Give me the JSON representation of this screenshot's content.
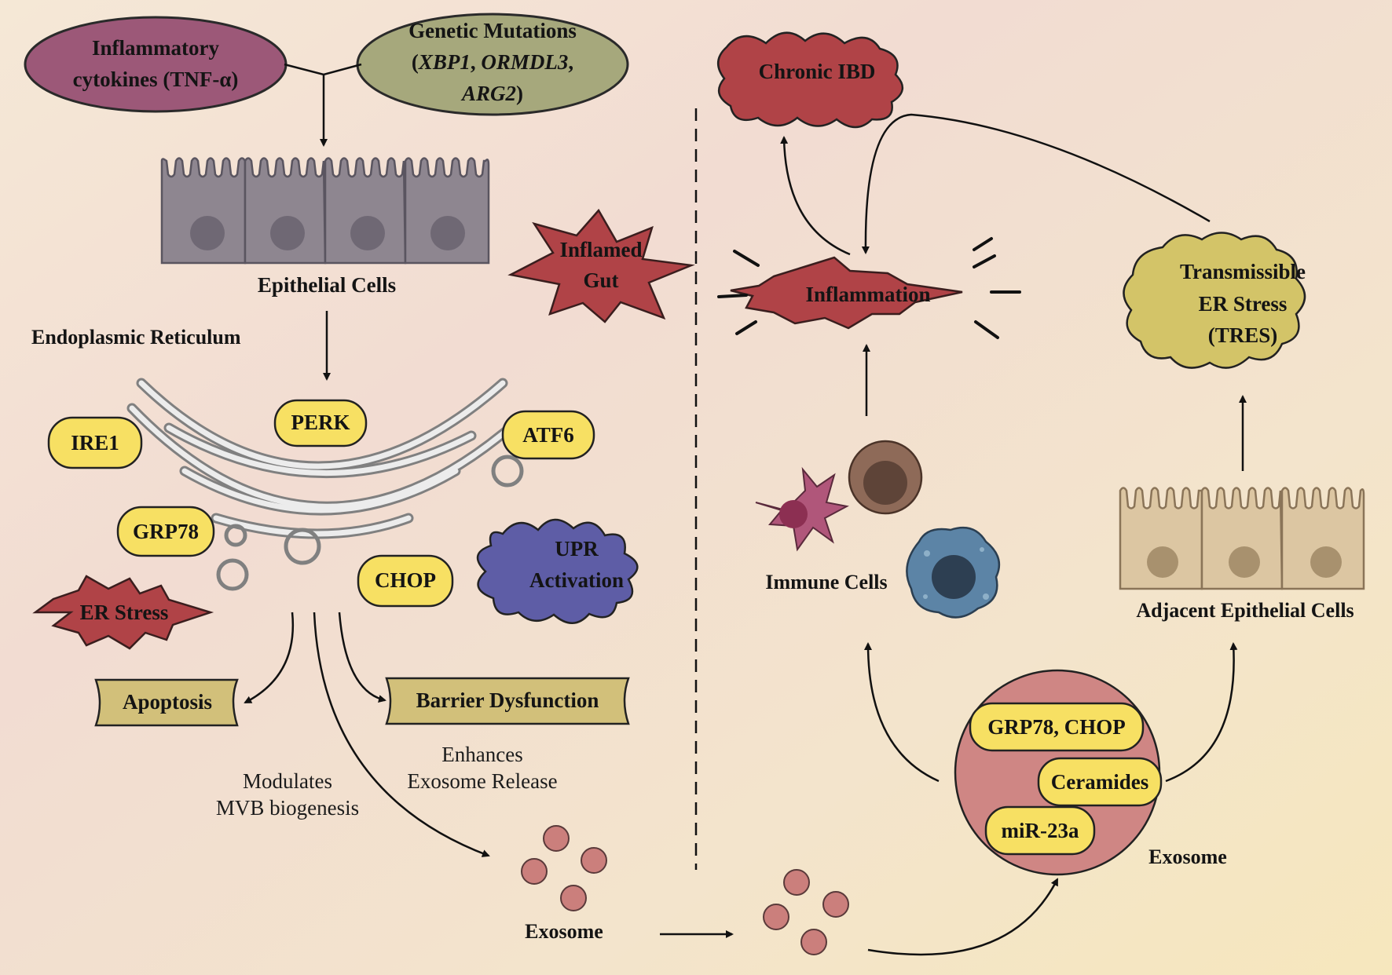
{
  "left": {
    "cytokines_line1": "Inflammatory",
    "cytokines_line2": "cytokines (TNF-α)",
    "mutations_title": "Genetic Mutations",
    "mutations_genes1_a": "XBP1",
    "mutations_genes1_sep1": ", ",
    "mutations_genes1_b": "ORMDL3",
    "mutations_genes1_sep2": ",",
    "mutations_genes2_a": "ARG2",
    "mutations_genes2_close": ")",
    "mutations_open": "(",
    "epithelial_label": "Epithelial Cells",
    "er_label": "Endoplasmic Reticulum",
    "inflamed_gut_line1": "Inflamed",
    "inflamed_gut_line2": "Gut",
    "perk": "PERK",
    "ire1": "IRE1",
    "atf6": "ATF6",
    "grp78": "GRP78",
    "chop": "CHOP",
    "upr_line1": "UPR",
    "upr_line2": "Activation",
    "er_stress": "ER Stress",
    "apoptosis": "Apoptosis",
    "barrier": "Barrier Dysfunction",
    "enhances_line1": "Enhances",
    "enhances_line2": "Exosome Release",
    "modulates_line1": "Modulates",
    "modulates_line2": "MVB biogenesis",
    "exosome": "Exosome"
  },
  "right": {
    "chronic_ibd": "Chronic IBD",
    "inflammation": "Inflammation",
    "tres_line1": "Transmissible",
    "tres_line2": "ER Stress",
    "tres_line3": "(TRES)",
    "immune_cells": "Immune Cells",
    "adjacent_cells": "Adjacent Epithelial Cells",
    "cargo_1": "GRP78, CHOP",
    "cargo_2": "Ceramides",
    "cargo_3": "miR-23a",
    "exosome": "Exosome"
  },
  "colors": {
    "cytokine_fill": "#9c5878",
    "mutation_fill": "#a6a87c",
    "red_star": "#b04347",
    "yellow_tag": "#f7e063",
    "upr_fill": "#5e5da6",
    "banner_fill": "#d2c07a",
    "tres_fill": "#d3c468",
    "epithelial_gray": "#8e8690",
    "epithelial_tan": "#dcc6a2",
    "exosome_big": "#cf8684",
    "exosome_small": "#cb7f7c"
  }
}
